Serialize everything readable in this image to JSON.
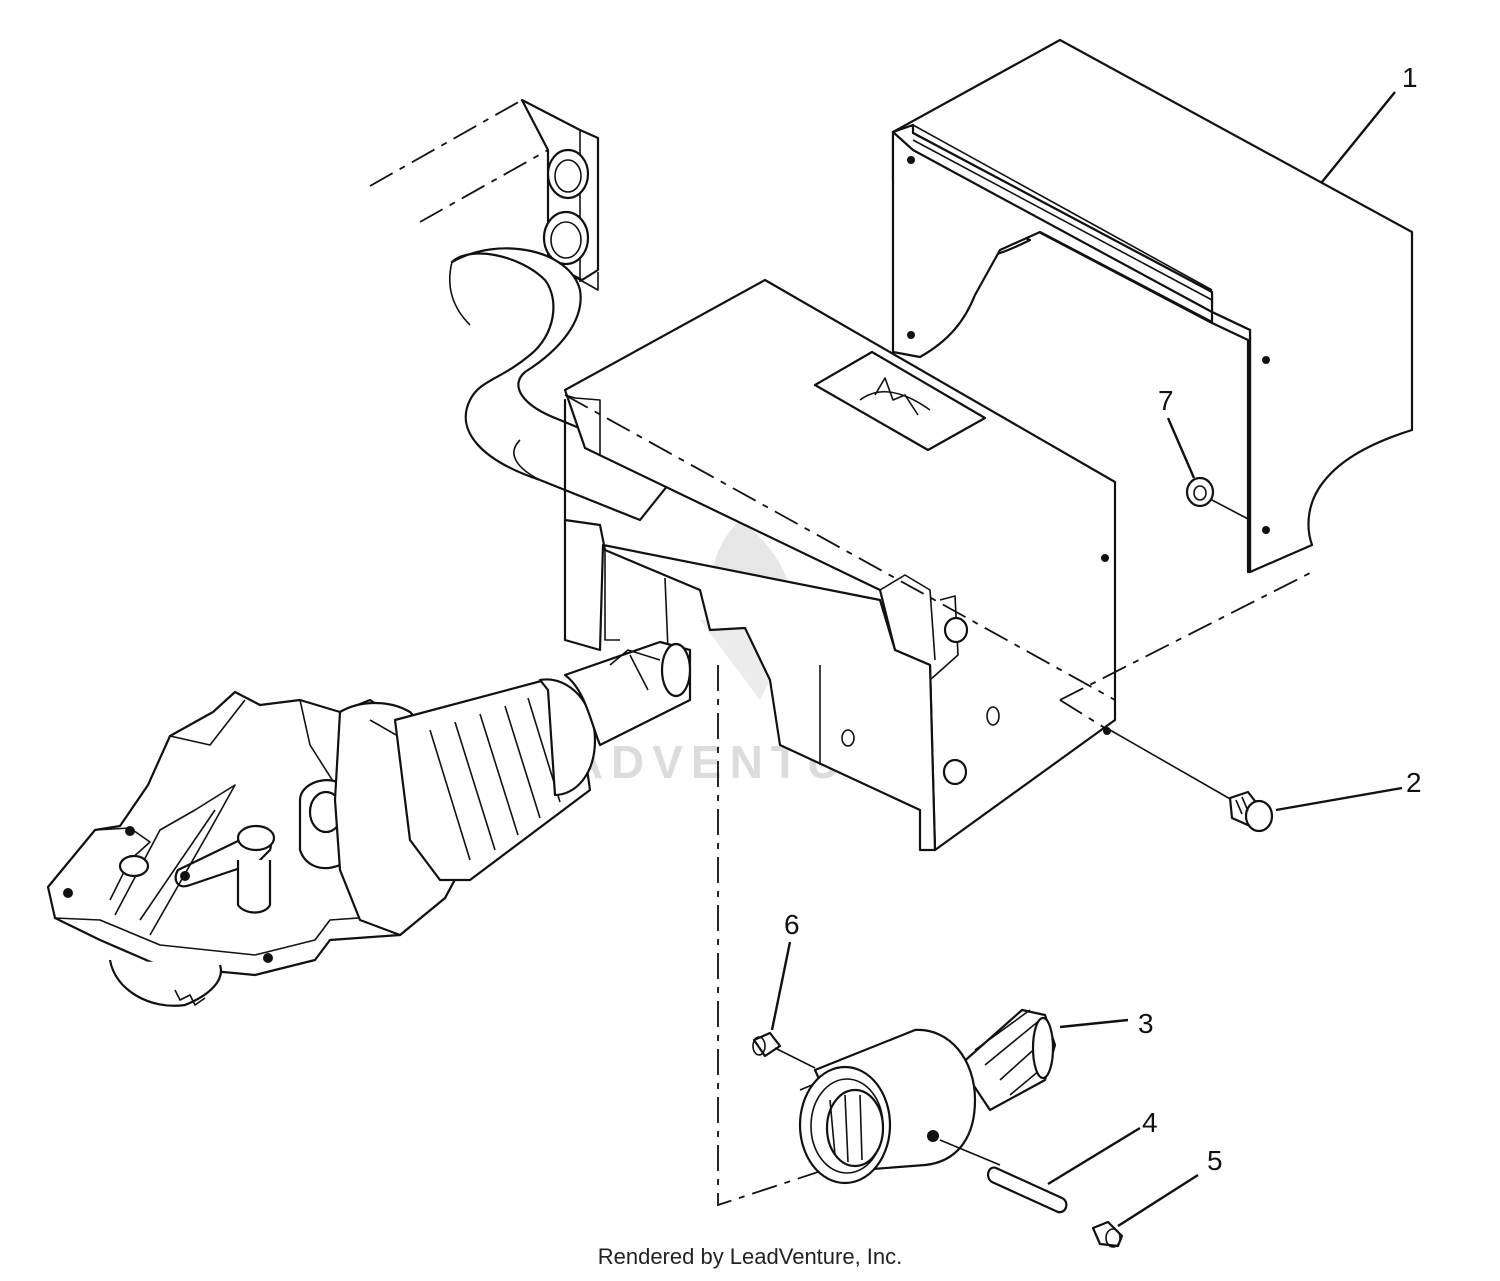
{
  "callouts": [
    {
      "label": "1"
    },
    {
      "label": "2"
    },
    {
      "label": "3"
    },
    {
      "label": "4"
    },
    {
      "label": "5"
    },
    {
      "label": "6"
    },
    {
      "label": "7"
    }
  ],
  "watermark": "LEADVENTURE",
  "footer": "Rendered by LeadVenture, Inc."
}
